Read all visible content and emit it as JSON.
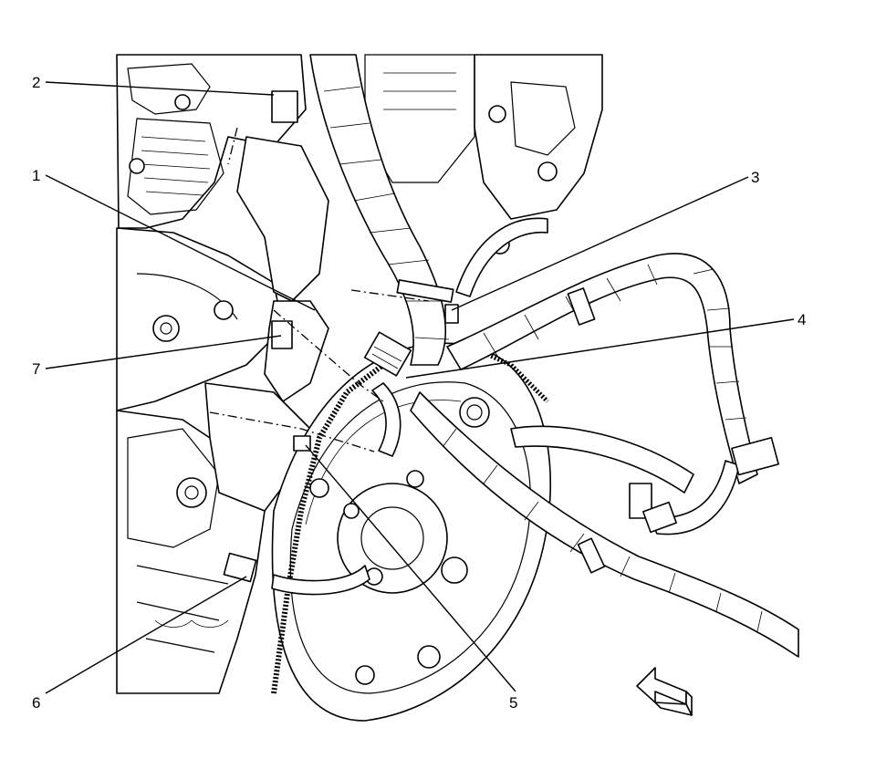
{
  "diagram": {
    "callouts": [
      {
        "id": "1",
        "label": "1"
      },
      {
        "id": "2",
        "label": "2"
      },
      {
        "id": "3",
        "label": "3"
      },
      {
        "id": "4",
        "label": "4"
      },
      {
        "id": "5",
        "label": "5"
      },
      {
        "id": "6",
        "label": "6"
      },
      {
        "id": "7",
        "label": "7"
      }
    ],
    "direction_arrow_icon": "front-direction-arrow-icon",
    "colors": {
      "line": "#000000",
      "background": "#ffffff"
    }
  }
}
